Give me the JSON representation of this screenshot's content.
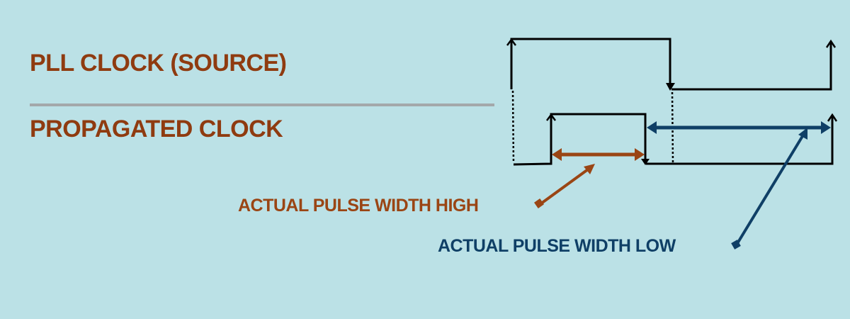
{
  "labels": {
    "source_clock": "PLL CLOCK (SOURCE)",
    "propagated_clock": "PROPAGATED CLOCK",
    "pulse_high": "ACTUAL PULSE WIDTH HIGH",
    "pulse_low": "ACTUAL PULSE WIDTH LOW"
  },
  "colors": {
    "background": "#bbe1e6",
    "title_text": "#8f3b10",
    "pulse_high": "#9a4514",
    "pulse_low": "#0f3f66",
    "waveform": "#000000",
    "divider": "#a3a8aa"
  }
}
